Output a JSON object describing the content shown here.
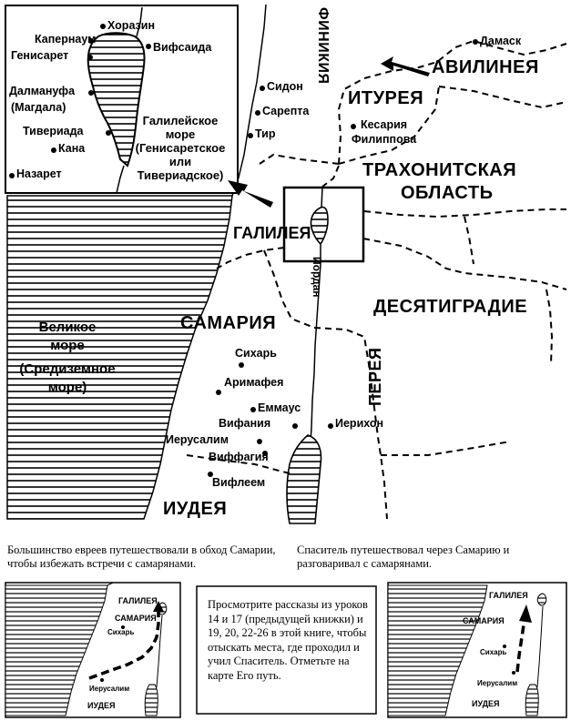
{
  "main_map": {
    "regions": {
      "avilineya": "АВИЛИНЕЯ",
      "itureya": "ИТУРЕЯ",
      "trachonitis_1": "ТРАХОНИТСКАЯ",
      "trachonitis_2": "ОБЛАСТЬ",
      "galileya": "ГАЛИЛЕЯ",
      "samariya": "САМАРИЯ",
      "desyatigradie": "ДЕСЯТИГРАДИЕ",
      "pereya": "ПЕРЕЯ",
      "iudeya": "ИУДЕЯ",
      "finikiya": "ФИНИКИЯ"
    },
    "river": "Иордан",
    "sea_great": [
      "Великое",
      "море",
      "(Средиземное",
      "море)"
    ],
    "cities": {
      "damask": "Дамаск",
      "sidon": "Сидон",
      "sarepta": "Сарепта",
      "tir": "Тир",
      "kesariya_1": "Кесария",
      "kesariya_2": "Филиппова",
      "sihar": "Сихарь",
      "arimafeya": "Аримафея",
      "emmaus": "Еммаус",
      "vifaniya": "Вифания",
      "ierihon": "Иерихон",
      "ierusalim": "Иерусалим",
      "viffagiya": "Виффагия",
      "vifleem": "Вифлеем"
    }
  },
  "inset": {
    "cities": {
      "horazin": "Хоразин",
      "kapernaum": "Капернаум",
      "vifsaida": "Вифсаида",
      "genisaret": "Генисарет",
      "dalmanufa": "Далмануфа",
      "magdala": "(Магдала)",
      "tiveriada": "Тивериада",
      "kana": "Кана",
      "nazaret": "Назарет"
    },
    "sea": [
      "Галилейское",
      "море",
      "(Генисаретское",
      "или",
      "Тивериадское)"
    ]
  },
  "captions": {
    "left": "Большинство евреев путешествовали в обход Самарии, чтобы избежать встречи с самарянами.",
    "right": "Спаситель путешествовал через Самарию и разговаривал с самарянами."
  },
  "small_maps": {
    "galileya": "ГАЛИЛЕЯ",
    "samariya": "САМАРИЯ",
    "sihar": "Сихарь",
    "ierusalim": "Иерусалим",
    "iudeya": "ИУДЕЯ"
  },
  "instruction_box": "Просмотрите рассказы из уроков 14 и 17 (предыдущей книжки) и 19, 20, 22-26 в этой книге, чтобы отыскать места, где проходил и учил Спаситель. Отметьте на карте Его путь."
}
